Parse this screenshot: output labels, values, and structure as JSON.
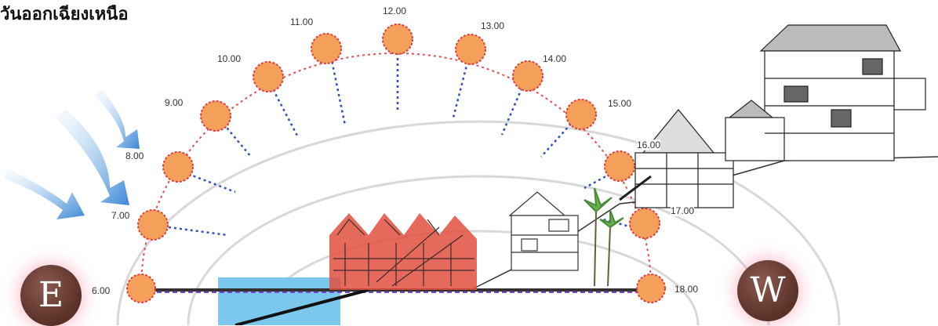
{
  "title": "วันออกเฉียงเหนือ",
  "hours": [
    {
      "id": "6",
      "label": "6.00"
    },
    {
      "id": "7",
      "label": "7.00"
    },
    {
      "id": "8",
      "label": "8.00"
    },
    {
      "id": "9",
      "label": "9.00"
    },
    {
      "id": "10",
      "label": "10.00"
    },
    {
      "id": "11",
      "label": "11.00"
    },
    {
      "id": "12",
      "label": "12.00"
    },
    {
      "id": "13",
      "label": "13.00"
    },
    {
      "id": "14",
      "label": "14.00"
    },
    {
      "id": "15",
      "label": "15.00"
    },
    {
      "id": "16",
      "label": "16.00"
    },
    {
      "id": "17",
      "label": "17.00"
    },
    {
      "id": "18",
      "label": "18.00"
    }
  ],
  "compass": {
    "east": "E",
    "west": "W"
  },
  "colors": {
    "sun": "#f5a05a",
    "sun_outline": "#e0403a",
    "arc": "#e05050",
    "ray": "#3050c0",
    "wind": "#4a90d8",
    "building_highlight": "#e05040",
    "pool": "#7cc8ec"
  },
  "icons": {
    "wind": "wind-arrow-icon",
    "sun": "sun-icon",
    "tree": "palm-tree-icon"
  }
}
